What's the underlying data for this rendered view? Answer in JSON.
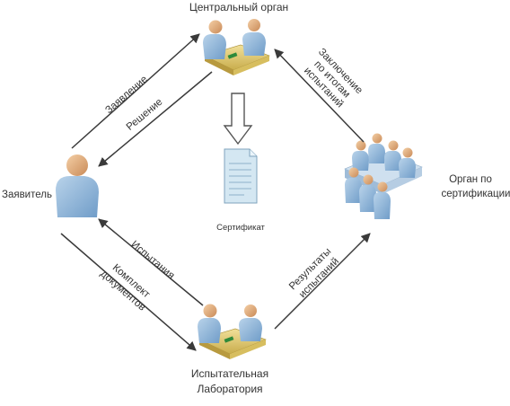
{
  "nodes": {
    "central": "Центральный орган",
    "applicant": "Заявитель",
    "certification_line1": "Орган по",
    "certification_line2": "сертификации",
    "laboratory_line1": "Испытательная",
    "laboratory_line2": "Лаборатория",
    "certificate": "Сертификат"
  },
  "arrows": {
    "application": "Заявление",
    "decision": "Решение",
    "conclusion_line1": "Заключение",
    "conclusion_line2": "по итогам",
    "conclusion_line3": "испытаний",
    "tests": "Испытания",
    "docs_line1": "Комплект",
    "docs_line2": "документов",
    "results_line1": "Результаты",
    "results_line2": "испытаний"
  },
  "colors": {
    "person_skin": "#e7b588",
    "person_body": "#8db4d8",
    "table_top": "#e8d27a",
    "document": "#d4e7f2",
    "arrow": "#3a3a3a"
  }
}
